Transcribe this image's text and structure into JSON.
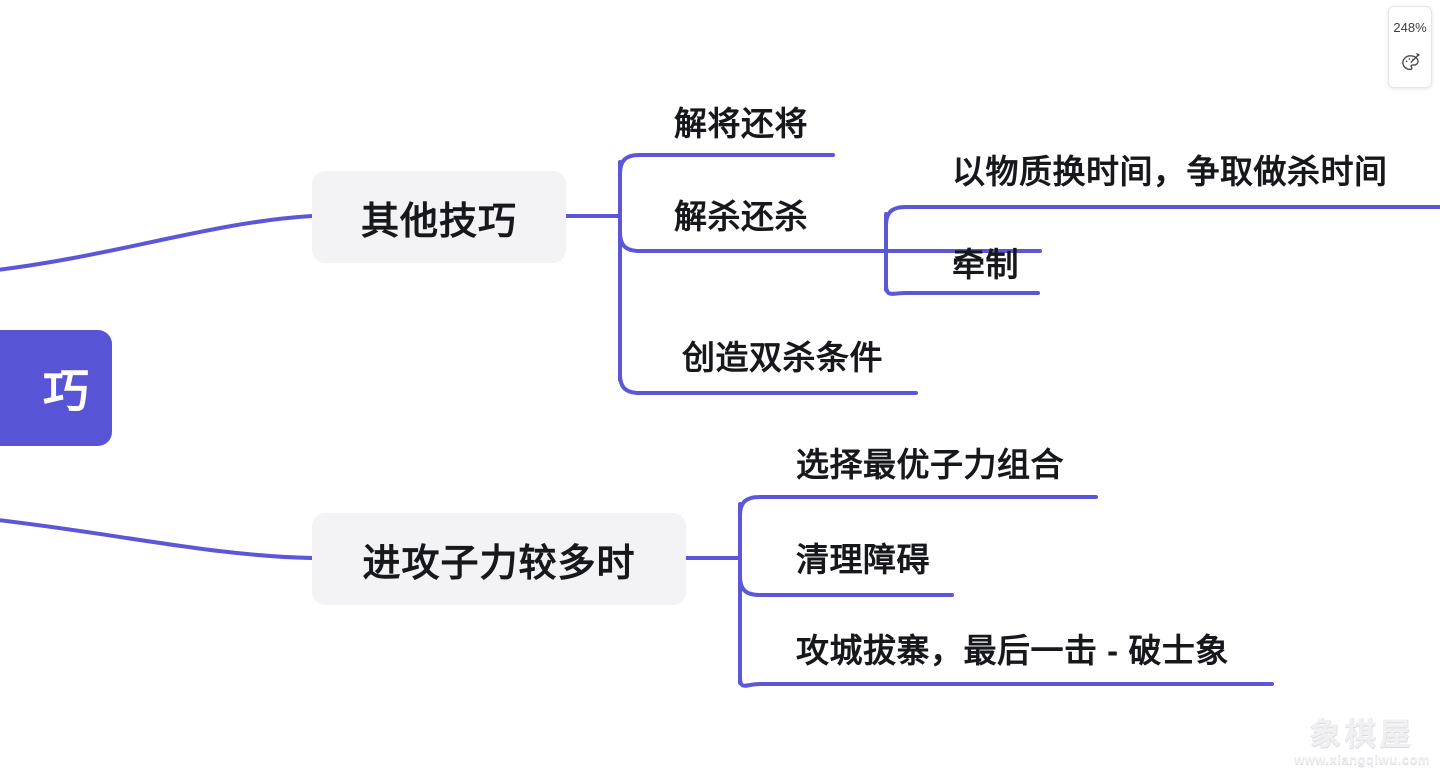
{
  "app": {
    "background_color": "#ffffff",
    "accent_color": "#5754d6",
    "edge_color": "#5b57d8",
    "branch_bg_color": "#f3f3f5",
    "text_color": "#17181c"
  },
  "zoom_widget": {
    "level": "248%",
    "theme_icon": "palette-icon"
  },
  "mindmap": {
    "root": {
      "label": "巧",
      "full_label_clipped": true
    },
    "branches": [
      {
        "label": "其他技巧",
        "children": [
          {
            "label": "解将还将",
            "children": []
          },
          {
            "label": "解杀还杀",
            "children": [
              {
                "label": "以物质换时间，争取做杀时间"
              },
              {
                "label": "牵制"
              }
            ]
          },
          {
            "label": "创造双杀条件",
            "children": []
          }
        ]
      },
      {
        "label": "进攻子力较多时",
        "children": [
          {
            "label": "选择最优子力组合",
            "children": []
          },
          {
            "label": "清理障碍",
            "children": []
          },
          {
            "label": "攻城拔寨，最后一击 - 破士象",
            "children": []
          }
        ]
      }
    ]
  },
  "watermark": {
    "title": "象棋屋",
    "url": "www.xiangqiwu.com"
  }
}
